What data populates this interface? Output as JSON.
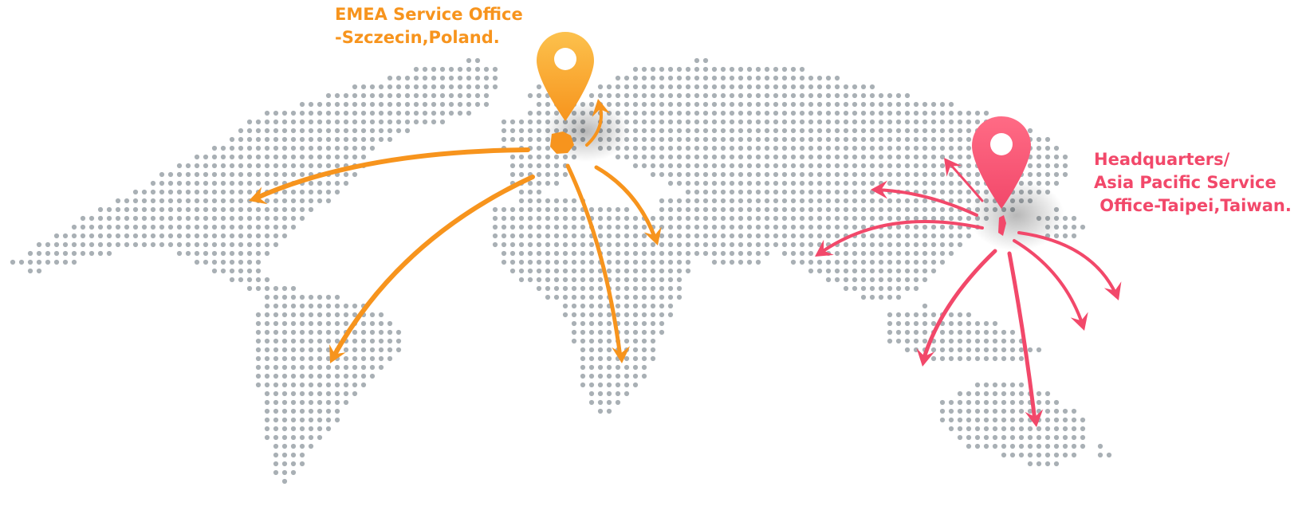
{
  "map": {
    "colors": {
      "land_dot": "#a9b0b5",
      "emea": "#f7941d",
      "emea_pin_top": "#fcc14d",
      "hq": "#f2486a",
      "hq_pin_top": "#ff6b85"
    },
    "emea_office": {
      "line1": "EMEA Service Office",
      "line2": "-Szczecin,Poland."
    },
    "headquarters": {
      "line1": "Headquarters/",
      "line2": "Asia Pacific Service",
      "line3": " Office-Taipei,Taiwan."
    }
  }
}
